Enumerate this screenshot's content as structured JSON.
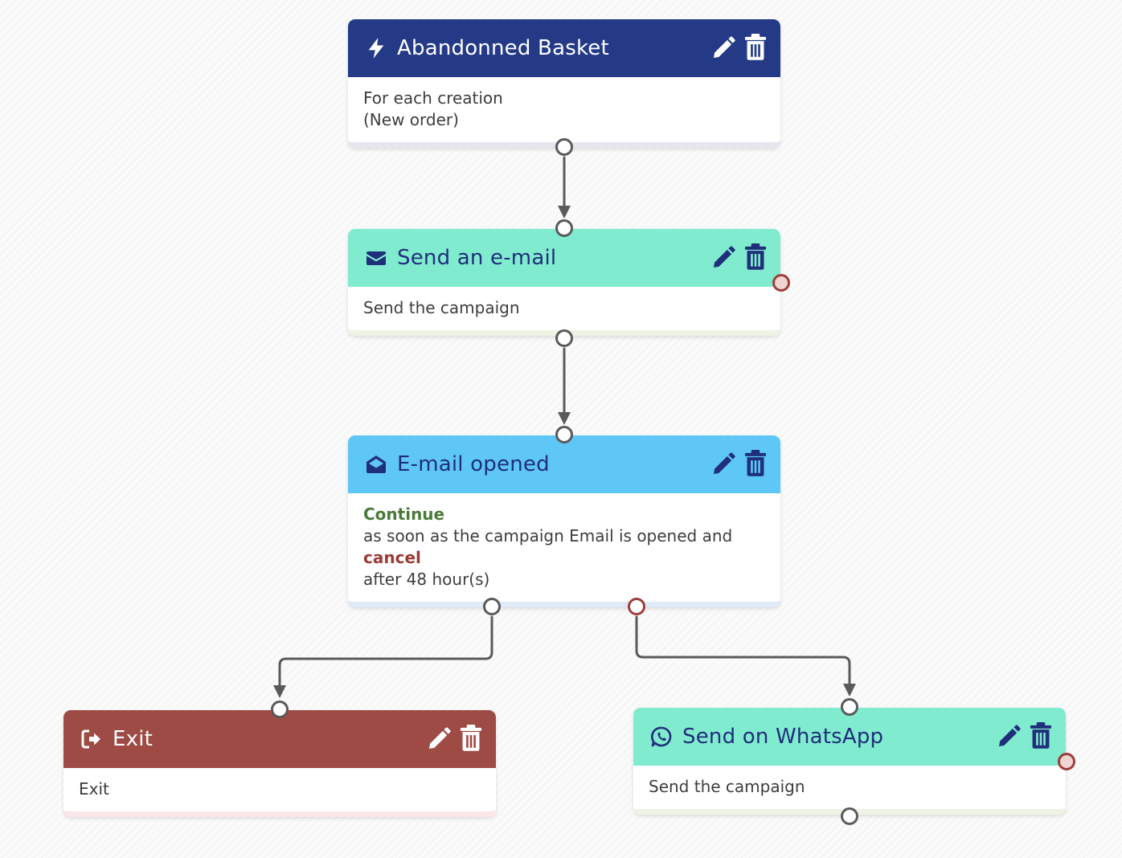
{
  "colors": {
    "trigger_header": "#243a86",
    "email_header": "#81ebcf",
    "opened_header": "#5ec7f5",
    "exit_header": "#9e4a45",
    "whatsapp_header": "#81ebcf",
    "connector": "#5a5a5a",
    "cancel_port": "#9e3e3b"
  },
  "nodes": {
    "trigger": {
      "icon": "bolt-icon",
      "title": "Abandonned Basket",
      "line1": "For each creation",
      "line2": "(New order)"
    },
    "send_email": {
      "icon": "envelope-icon",
      "title": "Send an e-mail",
      "line1": "Send the campaign"
    },
    "email_opened": {
      "icon": "envelope-open-icon",
      "title": "E-mail opened",
      "continue_label": "Continue",
      "continue_text": "as soon as the campaign Email is opened and",
      "cancel_label": "cancel",
      "cancel_text": "after 48 hour(s)"
    },
    "exit": {
      "icon": "sign-out-icon",
      "title": "Exit",
      "line1": "Exit"
    },
    "whatsapp": {
      "icon": "whatsapp-icon",
      "title": "Send on WhatsApp",
      "line1": "Send the campaign"
    }
  },
  "actions": {
    "edit_icon": "pencil-icon",
    "delete_icon": "trash-icon"
  }
}
